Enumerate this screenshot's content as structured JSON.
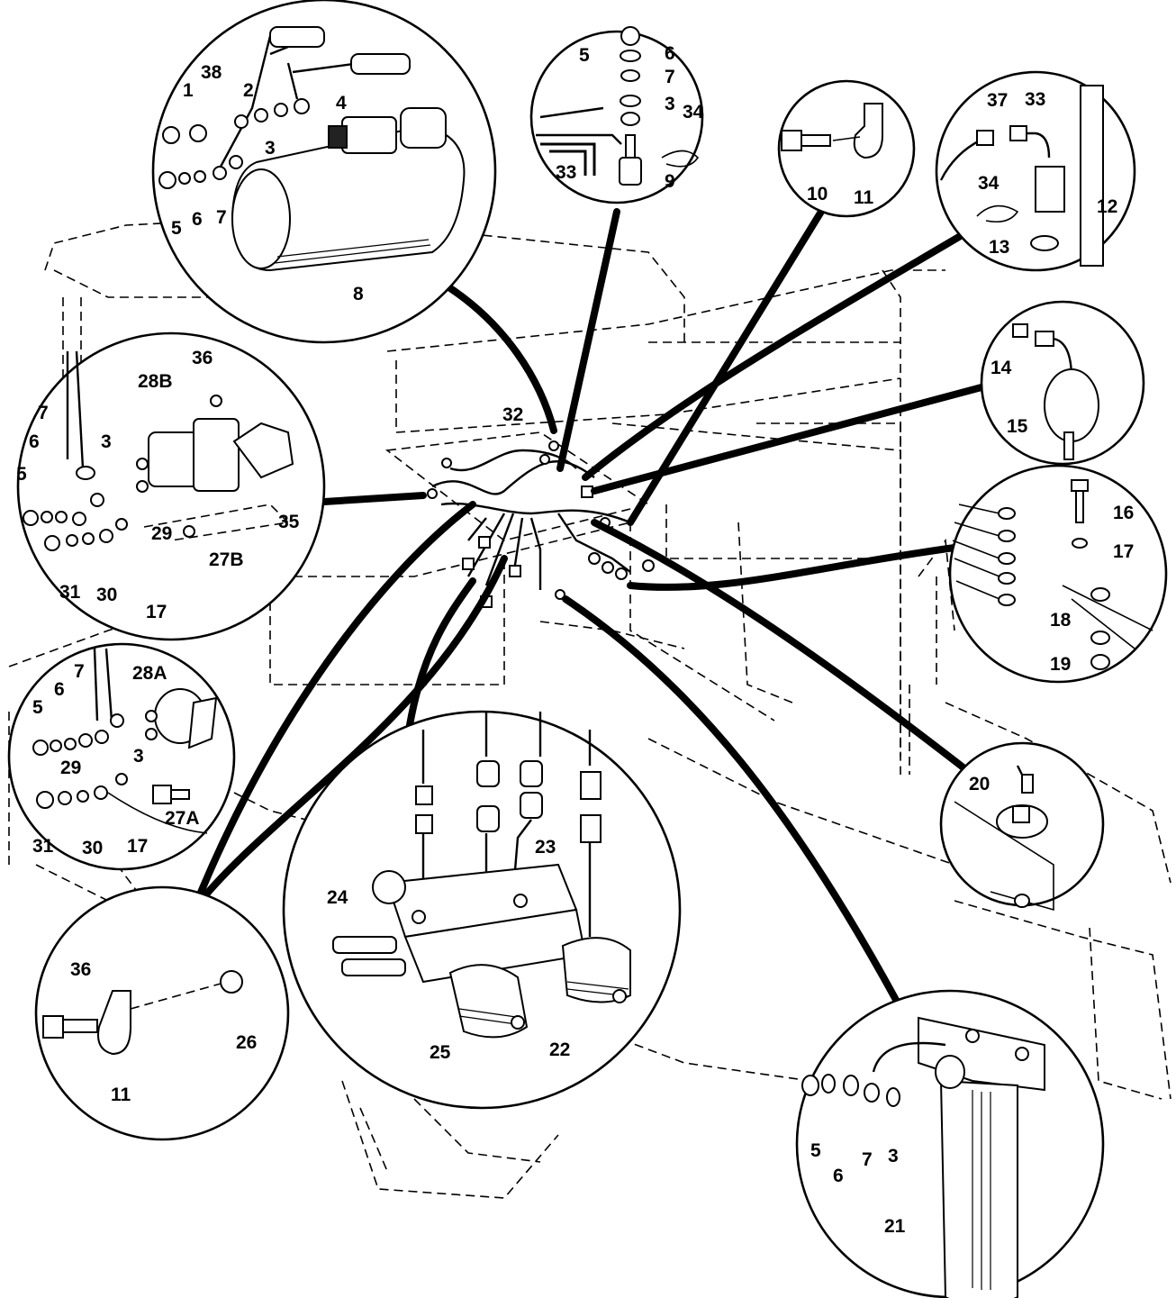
{
  "callouts": [
    {
      "id": "c1",
      "text": "1"
    },
    {
      "id": "c38",
      "text": "38"
    },
    {
      "id": "c2",
      "text": "2"
    },
    {
      "id": "c4",
      "text": "4"
    },
    {
      "id": "c3a",
      "text": "3"
    },
    {
      "id": "c5a",
      "text": "5"
    },
    {
      "id": "c6a",
      "text": "6"
    },
    {
      "id": "c7a",
      "text": "7"
    },
    {
      "id": "c8",
      "text": "8"
    },
    {
      "id": "c5b",
      "text": "5"
    },
    {
      "id": "c6b",
      "text": "6"
    },
    {
      "id": "c7b",
      "text": "7"
    },
    {
      "id": "c3b",
      "text": "3"
    },
    {
      "id": "c34a",
      "text": "34"
    },
    {
      "id": "c33a",
      "text": "33"
    },
    {
      "id": "c9",
      "text": "9"
    },
    {
      "id": "c10",
      "text": "10"
    },
    {
      "id": "c11a",
      "text": "11"
    },
    {
      "id": "c37",
      "text": "37"
    },
    {
      "id": "c33b",
      "text": "33"
    },
    {
      "id": "c34b",
      "text": "34"
    },
    {
      "id": "c12",
      "text": "12"
    },
    {
      "id": "c13",
      "text": "13"
    },
    {
      "id": "c14",
      "text": "14"
    },
    {
      "id": "c15",
      "text": "15"
    },
    {
      "id": "c36a",
      "text": "36"
    },
    {
      "id": "c28b",
      "text": "28B"
    },
    {
      "id": "c7c",
      "text": "7"
    },
    {
      "id": "c6c",
      "text": "6"
    },
    {
      "id": "c3c",
      "text": "3"
    },
    {
      "id": "c5c",
      "text": "5"
    },
    {
      "id": "c35",
      "text": "35"
    },
    {
      "id": "c29a",
      "text": "29"
    },
    {
      "id": "c27b",
      "text": "27B"
    },
    {
      "id": "c31a",
      "text": "31"
    },
    {
      "id": "c30a",
      "text": "30"
    },
    {
      "id": "c17a",
      "text": "17"
    },
    {
      "id": "c32",
      "text": "32"
    },
    {
      "id": "c16",
      "text": "16"
    },
    {
      "id": "c17b",
      "text": "17"
    },
    {
      "id": "c18",
      "text": "18"
    },
    {
      "id": "c19",
      "text": "19"
    },
    {
      "id": "c7d",
      "text": "7"
    },
    {
      "id": "c28a",
      "text": "28A"
    },
    {
      "id": "c6d",
      "text": "6"
    },
    {
      "id": "c5d",
      "text": "5"
    },
    {
      "id": "c3d",
      "text": "3"
    },
    {
      "id": "c29b",
      "text": "29"
    },
    {
      "id": "c27a",
      "text": "27A"
    },
    {
      "id": "c31b",
      "text": "31"
    },
    {
      "id": "c30b",
      "text": "30"
    },
    {
      "id": "c17c",
      "text": "17"
    },
    {
      "id": "c20",
      "text": "20"
    },
    {
      "id": "c23",
      "text": "23"
    },
    {
      "id": "c24",
      "text": "24"
    },
    {
      "id": "c22",
      "text": "22"
    },
    {
      "id": "c25",
      "text": "25"
    },
    {
      "id": "c36b",
      "text": "36"
    },
    {
      "id": "c26",
      "text": "26"
    },
    {
      "id": "c11b",
      "text": "11"
    },
    {
      "id": "c5e",
      "text": "5"
    },
    {
      "id": "c6e",
      "text": "6"
    },
    {
      "id": "c7e",
      "text": "7"
    },
    {
      "id": "c3e",
      "text": "3"
    },
    {
      "id": "c21",
      "text": "21"
    }
  ]
}
